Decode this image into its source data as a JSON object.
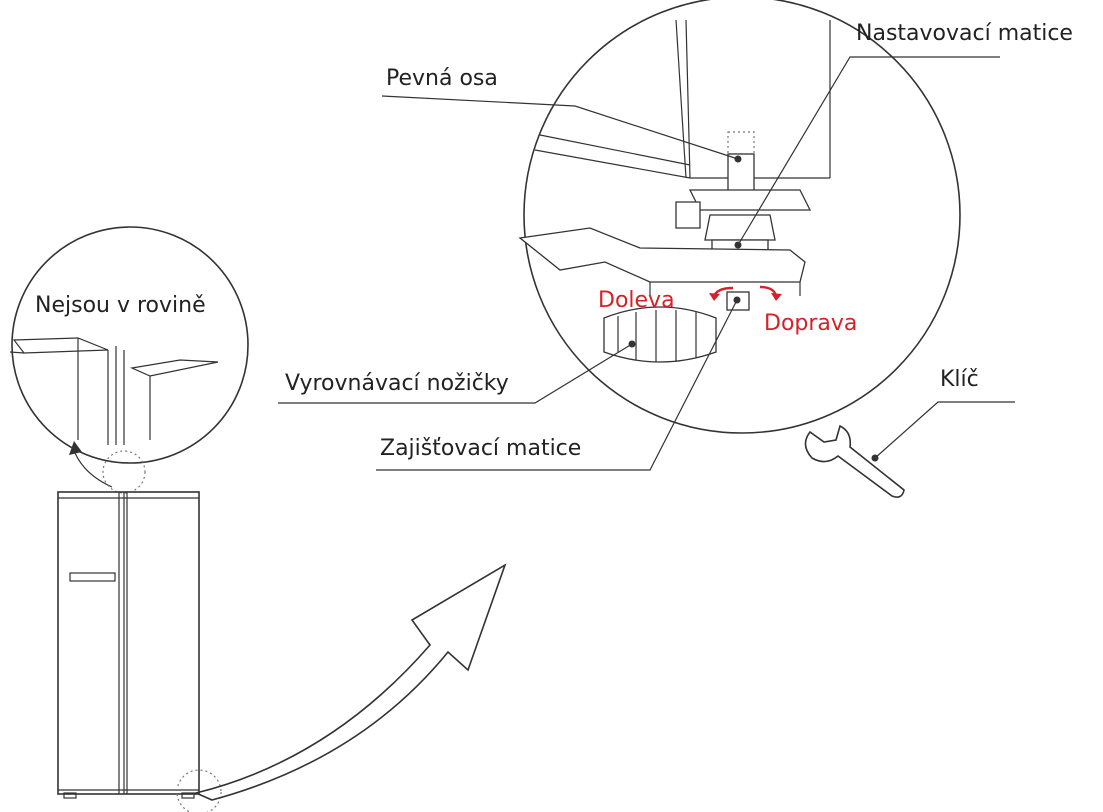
{
  "labels": {
    "not_level": "Nejsou v rovině",
    "fixed_axis": "Pevná osa",
    "adjusting_nut": "Nastavovací matice",
    "left": "Doleva",
    "right": "Doprava",
    "leveling_feet": "Vyrovnávací nožičky",
    "locking_nut": "Zajišťovací matice",
    "wrench": "Klíč"
  },
  "colors": {
    "direction_text": "#d2232a",
    "lines": "#333333"
  },
  "icons": {
    "refrigerator": "refrigerator-icon",
    "wrench": "wrench-icon",
    "arrow": "curved-arrow-icon",
    "rotation": "rotation-arrow-icon"
  }
}
